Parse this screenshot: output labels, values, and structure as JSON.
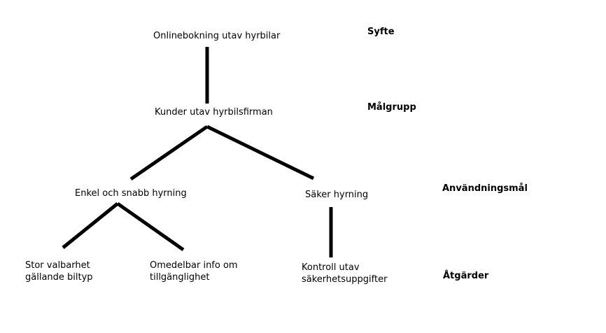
{
  "nodes": {
    "syfte_node": "Onlinebokning utav hyrbilar",
    "malgrupp_node": "Kunder utav hyrbilsfirman",
    "mal_1": "Enkel och snabb hyrning",
    "mal_2": "Säker hyrning",
    "atgard_1": [
      "Stor valbarhet",
      "gällande biltyp"
    ],
    "atgard_2": [
      "Omedelbar info om",
      "tillgänglighet"
    ],
    "atgard_3": [
      "Kontroll utav",
      "säkerhetsuppgifter"
    ]
  },
  "levels": {
    "syfte": "Syfte",
    "malgrupp": "Målgrupp",
    "anvandningsmal": "Användningsmål",
    "atgarder": "Åtgärder"
  },
  "colors": {
    "line": "#000000",
    "text": "#000000",
    "background": "#ffffff"
  }
}
